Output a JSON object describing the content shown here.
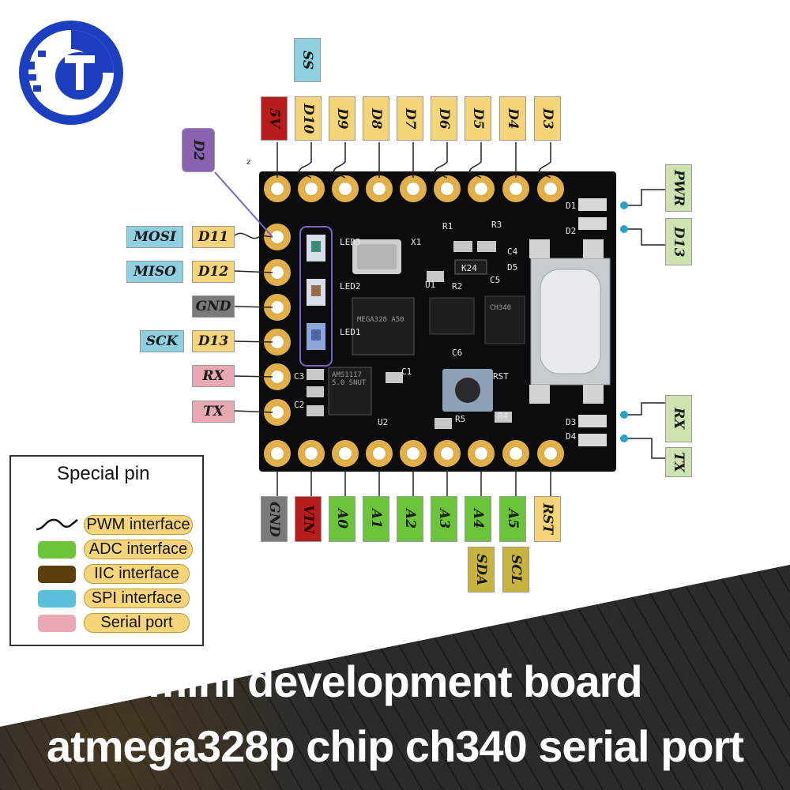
{
  "logo": {
    "name": "logo-icon"
  },
  "top_labels": [
    {
      "id": "ss",
      "text": "SS",
      "color": "#8ecfe0"
    },
    {
      "id": "5v",
      "text": "5V",
      "color": "#b81d1d"
    },
    {
      "id": "d10",
      "text": "D10",
      "color": "#f6d57a"
    },
    {
      "id": "d9",
      "text": "D9",
      "color": "#f6d57a"
    },
    {
      "id": "d8",
      "text": "D8",
      "color": "#f6d57a"
    },
    {
      "id": "d7",
      "text": "D7",
      "color": "#f6d57a"
    },
    {
      "id": "d6",
      "text": "D6",
      "color": "#f6d57a"
    },
    {
      "id": "d5",
      "text": "D5",
      "color": "#f6d57a"
    },
    {
      "id": "d4",
      "text": "D4",
      "color": "#f6d57a"
    },
    {
      "id": "d3",
      "text": "D3",
      "color": "#f6d57a"
    },
    {
      "id": "d2",
      "text": "D2",
      "color": "#8a63b0"
    },
    {
      "id": "z",
      "text": "z"
    }
  ],
  "left_labels": [
    {
      "id": "mosi",
      "text": "MOSI",
      "color": "#8ecfe0"
    },
    {
      "id": "d11",
      "text": "D11",
      "color": "#f6d57a"
    },
    {
      "id": "miso",
      "text": "MISO",
      "color": "#8ecfe0"
    },
    {
      "id": "d12",
      "text": "D12",
      "color": "#f6d57a"
    },
    {
      "id": "gnd",
      "text": "GND",
      "color": "#7a7a7a"
    },
    {
      "id": "sck",
      "text": "SCK",
      "color": "#8ecfe0"
    },
    {
      "id": "d13",
      "text": "D13",
      "color": "#f6d57a"
    },
    {
      "id": "rx",
      "text": "RX",
      "color": "#e9a9b3"
    },
    {
      "id": "tx",
      "text": "TX",
      "color": "#e9a9b3"
    }
  ],
  "right_labels": [
    {
      "id": "pwr",
      "text": "PWR",
      "color": "#cfe3b0"
    },
    {
      "id": "d13r",
      "text": "D13",
      "color": "#cfe3b0"
    },
    {
      "id": "rxr",
      "text": "RX",
      "color": "#cfe3b0"
    },
    {
      "id": "txr",
      "text": "TX",
      "color": "#cfe3b0"
    }
  ],
  "bottom_labels": [
    {
      "id": "gnd",
      "text": "GND",
      "color": "#7a7a7a"
    },
    {
      "id": "vin",
      "text": "VIN",
      "color": "#b81d1d"
    },
    {
      "id": "a0",
      "text": "A0",
      "color": "#6cc43b"
    },
    {
      "id": "a1",
      "text": "A1",
      "color": "#6cc43b"
    },
    {
      "id": "a2",
      "text": "A2",
      "color": "#6cc43b"
    },
    {
      "id": "a3",
      "text": "A3",
      "color": "#6cc43b"
    },
    {
      "id": "a4",
      "text": "A4",
      "color": "#6cc43b"
    },
    {
      "id": "a5",
      "text": "A5",
      "color": "#6cc43b"
    },
    {
      "id": "rst",
      "text": "RST",
      "color": "#f6d57a"
    },
    {
      "id": "sda",
      "text": "SDA",
      "color": "#c9b340"
    },
    {
      "id": "scl",
      "text": "SCL",
      "color": "#c9b340"
    }
  ],
  "silkscreen": {
    "x1": "X1",
    "r1": "R1",
    "r3": "R3",
    "c4": "C4",
    "d5": "D5",
    "k24": "K24",
    "u1": "U1",
    "r2": "R2",
    "c5": "C5",
    "d1": "D1",
    "d2": "D2",
    "led3": "LED3",
    "led2": "LED2",
    "led1": "LED1",
    "c6": "C6",
    "rst": "RST",
    "r4": "R4",
    "r5": "R5",
    "u2": "U2",
    "c1": "C1",
    "c2": "C2",
    "c3": "C3",
    "d3": "D3",
    "d4": "D4",
    "chip_mcu": "MEGA328 A50",
    "chip_reg": "AMS1117 5.0 SNUT",
    "chip_usb": "CH340"
  },
  "legend": {
    "title": "Special pin",
    "items": [
      {
        "label": "PWM interface",
        "swatch": "wave"
      },
      {
        "label": "ADC interface",
        "swatch": "#6cc43b"
      },
      {
        "label": "IIC interface",
        "swatch": "#5c3f0d"
      },
      {
        "label": "SPI interface",
        "swatch": "#5bbfdc"
      },
      {
        "label": "Serial port",
        "swatch": "#e9a9b3"
      }
    ]
  },
  "banner": {
    "line1": "mini development board",
    "line2": "atmega328p chip ch340 serial port"
  }
}
